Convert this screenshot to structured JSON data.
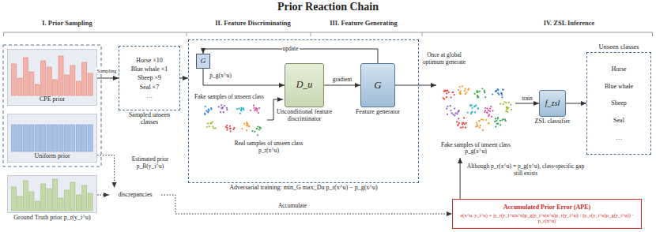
{
  "diagram": {
    "title": "Prior Reaction Chain",
    "nodes": [
      {
        "text": [
          "CPE prior"
        ]
      },
      {
        "text": [
          "Uniform prior"
        ]
      },
      {
        "text": [
          "Ground Truth prior p_r(y_i^u)"
        ]
      },
      {
        "text": [
          "Horse ×10",
          "Blue whale ×1",
          "Sheep ×9",
          "Seal ×7",
          "…",
          "Sampled unseen classes"
        ]
      },
      {
        "text": [
          "Adversarial training: min_G max_Du p_r(x^u) − p_g(x^u)"
        ]
      },
      {
        "text": [
          "G"
        ],
        "in": 4
      },
      {
        "text": [
          "D_u",
          "Unconditional feature discriminator"
        ],
        "in": 4
      },
      {
        "text": [
          "G",
          "Feature generator"
        ],
        "in": 4
      },
      {
        "text": [
          "Fake samples of unseen class p_g(x^u)"
        ]
      },
      {
        "text": [
          "f_zsl",
          "ZSL classifier"
        ]
      },
      {
        "text": [
          "Unseen classes",
          "Horse",
          "Blue whale",
          "Sheep",
          "Seal",
          "…"
        ]
      },
      {
        "text": [
          "discrepancies"
        ]
      },
      {
        "text": [
          "Accumulated Prior Error (APE)",
          "e(x^u, y_i^u) = |p_r(y_i^u|x^u)p_g(y_i^u|x^u)p_r(y_i^u)| / (p_r(y_i^u)p_g(y_i^u)) · p_r(x^u)"
        ]
      }
    ],
    "edges": [
      {
        "from": 0,
        "to": 3,
        "label": "Sampling",
        "arrow": "to"
      },
      {
        "from": 3,
        "to": 4,
        "arrow": "to"
      },
      {
        "from": 5,
        "to": 6,
        "label": "p_g(x^u)",
        "arrow": "to"
      },
      {
        "from": 6,
        "to": 7,
        "label": "gradient",
        "arrow": "to"
      },
      {
        "from": 7,
        "to": 5,
        "label": "update",
        "arrow": "to"
      },
      {
        "from": 7,
        "to": 8,
        "label": "Once at global optimum generate",
        "arrow": "to"
      },
      {
        "from": 8,
        "to": 9,
        "label": "train",
        "arrow": "to"
      },
      {
        "from": 9,
        "to": 10,
        "arrow": "to"
      },
      {
        "from": 1,
        "to": 11,
        "label": "Estimated prior p_B(y_i^u)",
        "arrow": "to"
      },
      {
        "from": 2,
        "to": 11,
        "arrow": "to"
      },
      {
        "from": 11,
        "to": 12,
        "label": "Accumulate",
        "arrow": "to"
      },
      {
        "from": 12,
        "to": 8,
        "label": "Although p_r(x^u) = p_g(x^u), class-specific gap still exists",
        "arrow": "to"
      }
    ],
    "labels": [
      "I. Prior Sampling",
      "II. Feature Discriminating",
      "III. Feature Generating",
      "IV. ZSL Inference",
      "Fake samples of unseen class",
      "Real samples of unseen class p_r(x^u)"
    ]
  }
}
